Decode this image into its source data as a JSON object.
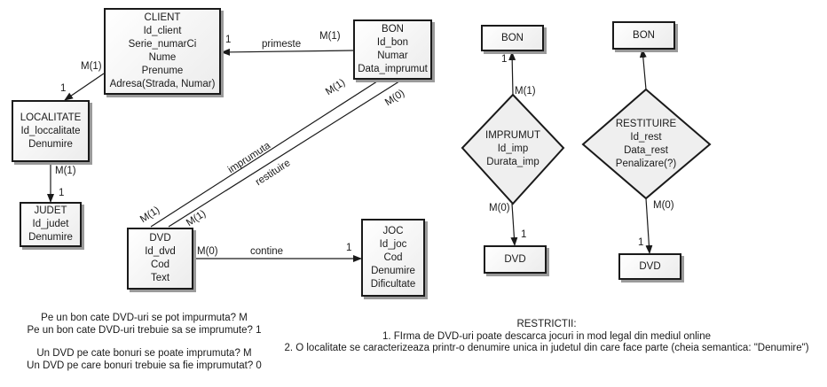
{
  "entities": {
    "client": {
      "title": "CLIENT",
      "attributes": [
        "Id_client",
        "Serie_numarCi",
        "Nume",
        "Prenume",
        "Adresa(Strada, Numar)"
      ]
    },
    "bon": {
      "title": "BON",
      "attributes": [
        "Id_bon",
        "Numar",
        "Data_imprumut"
      ]
    },
    "localitate": {
      "title": "LOCALITATE",
      "attributes": [
        "Id_loccalitate",
        "Denumire"
      ]
    },
    "judet": {
      "title": "JUDET",
      "attributes": [
        "Id_judet",
        "Denumire"
      ]
    },
    "dvd": {
      "title": "DVD",
      "attributes": [
        "Id_dvd",
        "Cod",
        "Text"
      ]
    },
    "joc": {
      "title": "JOC",
      "attributes": [
        "Id_joc",
        "Cod",
        "Denumire",
        "Dificultate"
      ]
    }
  },
  "relationships": {
    "primeste": {
      "name": "primeste",
      "from_card": "M(1)",
      "to_card": "1"
    },
    "client_localitate": {
      "from_card": "M(1)",
      "to_card": "1"
    },
    "localitate_judet": {
      "from_card": "M(1)",
      "to_card": "1"
    },
    "imprumuta": {
      "name": "imprumuta",
      "bon_card": "M(1)",
      "dvd_card": "M(1)"
    },
    "restituire": {
      "name": "restituire",
      "bon_card": "M(0)",
      "dvd_card": "M(1)"
    },
    "contine": {
      "name": "contine",
      "from_card": "M(0)",
      "to_card": "1"
    }
  },
  "associative": {
    "imprumut": {
      "title": "IMPRUMUT",
      "attributes": [
        "Id_imp",
        "Durata_imp"
      ],
      "top_entity": "BON",
      "bottom_entity": "DVD",
      "top_card_entity": "1",
      "top_card_rel": "M(1)",
      "bottom_card_rel": "M(0)",
      "bottom_card_entity": "1"
    },
    "restituire": {
      "title": "RESTITUIRE",
      "attributes": [
        "Id_rest",
        "Data_rest",
        "Penalizare(?)"
      ],
      "top_entity": "BON",
      "bottom_entity": "DVD",
      "bottom_card_rel": "M(0)",
      "bottom_card_entity": "1"
    }
  },
  "questions": [
    "Pe un bon cate DVD-uri se pot impurmuta? M",
    "Pe un bon cate DVD-uri trebuie sa se imprumute? 1",
    "Un DVD pe cate bonuri se poate imprumuta? M",
    "Un DVD pe care bonuri trebuie sa fie imprumutat? 0"
  ],
  "restrictions": {
    "title": "RESTRICTII:",
    "items": [
      "1. FIrma de DVD-uri poate descarca jocuri in mod legal din mediul online",
      "2. O localitate se caracterizeaza printr-o denumire unica in judetul din care face parte (cheia semantica: \"Denumire\")"
    ]
  }
}
